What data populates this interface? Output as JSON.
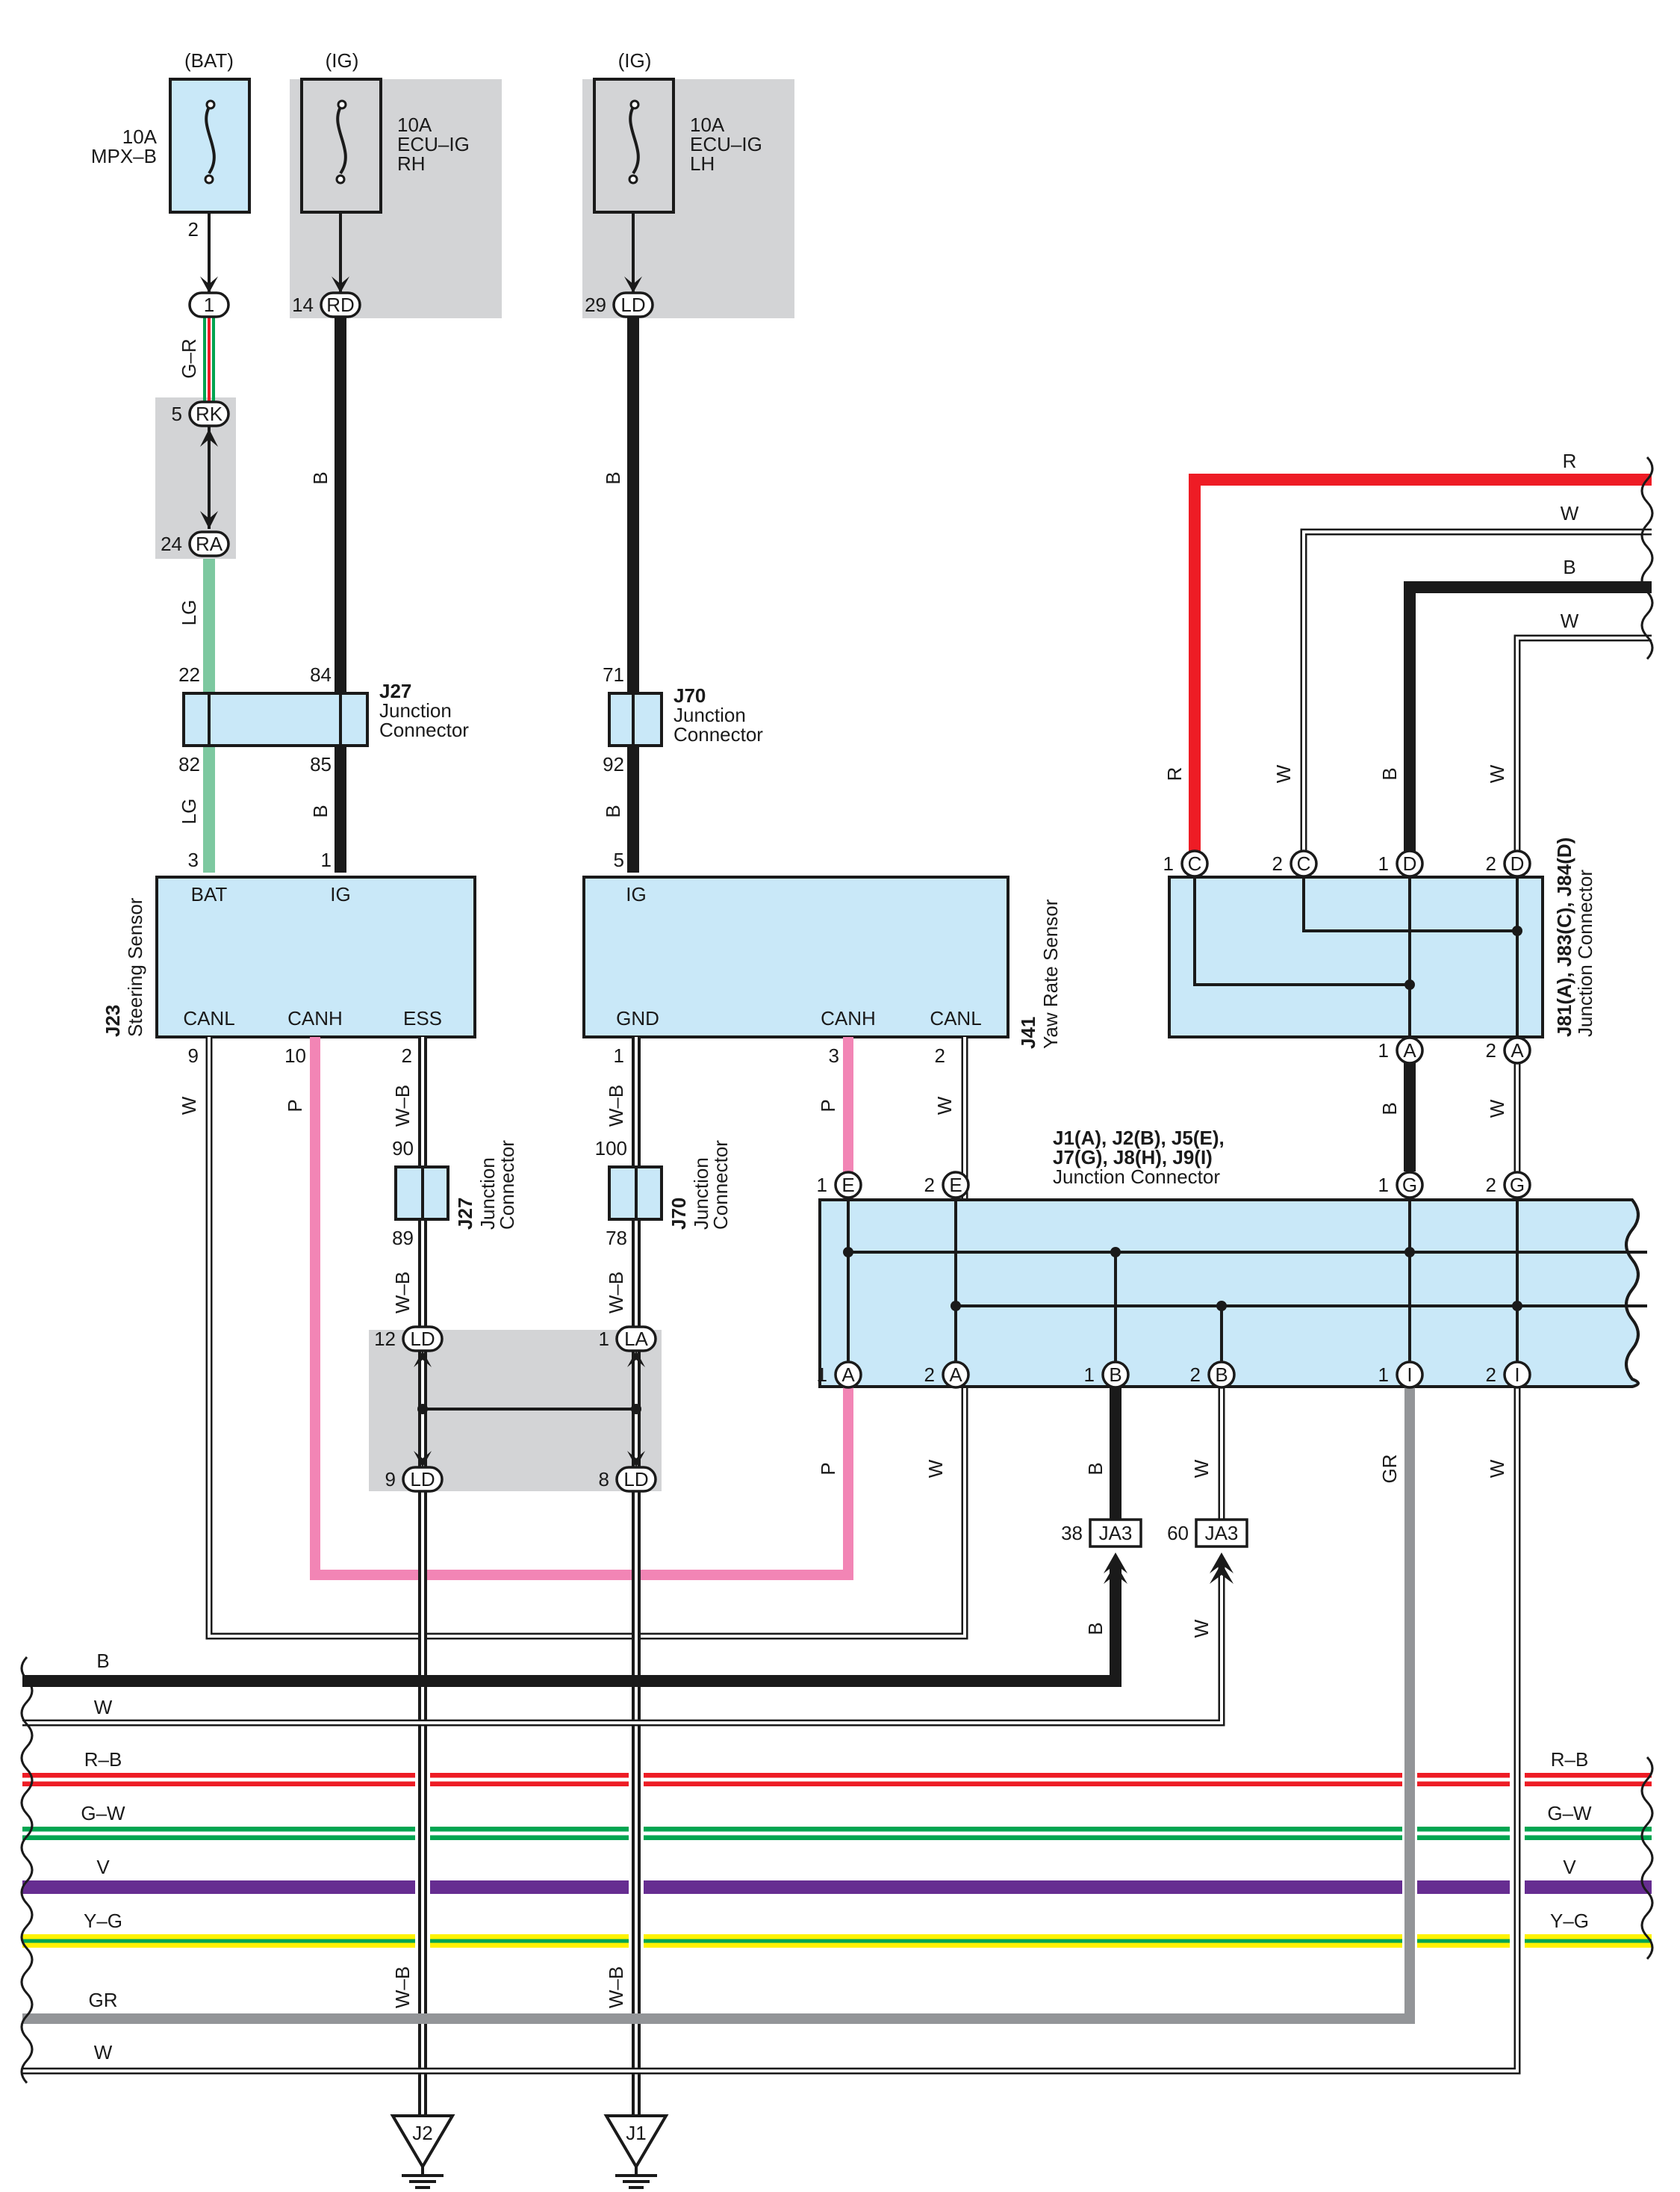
{
  "fuses": {
    "bat": {
      "source": "(BAT)",
      "line1": "10A",
      "line2": "MPX–B",
      "line3": "",
      "pin": "2"
    },
    "ig_rh": {
      "source": "(IG)",
      "line1": "10A",
      "line2": "ECU–IG",
      "line3": "RH"
    },
    "ig_lh": {
      "source": "(IG)",
      "line1": "10A",
      "line2": "ECU–IG",
      "line3": "LH"
    }
  },
  "connectors": {
    "c1_num": "1",
    "rd": {
      "num": "14",
      "code": "RD"
    },
    "ld_top": {
      "num": "29",
      "code": "LD"
    },
    "rk": {
      "num": "5",
      "code": "RK"
    },
    "ra": {
      "num": "24",
      "code": "RA"
    },
    "ld12": {
      "num": "12",
      "code": "LD"
    },
    "la1": {
      "num": "1",
      "code": "LA"
    },
    "ld9": {
      "num": "9",
      "code": "LD"
    },
    "ld8": {
      "num": "8",
      "code": "LD"
    },
    "ja3_38": {
      "num": "38",
      "code": "JA3"
    },
    "ja3_60": {
      "num": "60",
      "code": "JA3"
    }
  },
  "junctions": {
    "j27_top": {
      "id": "J27",
      "desc1": "Junction",
      "desc2": "Connector",
      "pins": [
        "22",
        "84",
        "82",
        "85"
      ]
    },
    "j70_top": {
      "id": "J70",
      "desc1": "Junction",
      "desc2": "Connector",
      "pins": [
        "71",
        "92"
      ]
    },
    "j27_mid": {
      "id": "J27",
      "desc1": "Junction",
      "desc2": "Connector",
      "pins": [
        "90",
        "89"
      ]
    },
    "j70_mid": {
      "id": "J70",
      "desc1": "Junction",
      "desc2": "Connector",
      "pins": [
        "100",
        "78"
      ]
    },
    "j81": {
      "label1": "J81(A), J83(C), J84(D)",
      "label2": "Junction Connector",
      "top_pins": [
        {
          "n": "1",
          "c": "C"
        },
        {
          "n": "2",
          "c": "C"
        },
        {
          "n": "1",
          "c": "D"
        },
        {
          "n": "2",
          "c": "D"
        }
      ],
      "bot_pins": [
        {
          "n": "1",
          "c": "A"
        },
        {
          "n": "2",
          "c": "A"
        }
      ]
    },
    "j1": {
      "label1": "J1(A), J2(B), J5(E),",
      "label2": "J7(G), J8(H), J9(I)",
      "label3": "Junction Connector",
      "top_pins": [
        {
          "n": "1",
          "c": "E"
        },
        {
          "n": "2",
          "c": "E"
        },
        {
          "n": "1",
          "c": "G"
        },
        {
          "n": "2",
          "c": "G"
        }
      ],
      "bot_pins": [
        {
          "n": "1",
          "c": "A"
        },
        {
          "n": "2",
          "c": "A"
        },
        {
          "n": "1",
          "c": "B"
        },
        {
          "n": "2",
          "c": "B"
        },
        {
          "n": "1",
          "c": "I"
        },
        {
          "n": "2",
          "c": "I"
        }
      ]
    }
  },
  "components": {
    "j23": {
      "id": "J23",
      "name": "Steering Sensor",
      "BAT": "BAT",
      "IG": "IG",
      "CANL": "CANL",
      "CANH": "CANH",
      "ESS": "ESS",
      "pin_bat": "3",
      "pin_ig": "1",
      "pin_canl": "9",
      "pin_canh": "10",
      "pin_ess": "2"
    },
    "j41": {
      "id": "J41",
      "name": "Yaw Rate Sensor",
      "IG": "IG",
      "GND": "GND",
      "CANH": "CANH",
      "CANL": "CANL",
      "pin_ig": "5",
      "pin_gnd": "1",
      "pin_canh": "3",
      "pin_canl": "2"
    }
  },
  "wire_colors": {
    "G-R": "G–R",
    "LG": "LG",
    "B": "B",
    "W": "W",
    "P": "P",
    "W-B": "W–B",
    "R": "R",
    "GR": "GR",
    "R-B": "R–B",
    "G-W": "G–W",
    "V": "V",
    "Y-G": "Y–G"
  },
  "grounds": {
    "j2": "J2",
    "j1": "J1"
  },
  "colors": {
    "black": "#1a1a1a",
    "red": "#ee1c25",
    "green": "#00a551",
    "lightgreen": "#7dc8a0",
    "pink": "#f285b5",
    "purple": "#662d91",
    "yellow": "#fff200",
    "gray": "#939598",
    "box": "#c9e8f8",
    "shade": "#d3d4d6"
  }
}
